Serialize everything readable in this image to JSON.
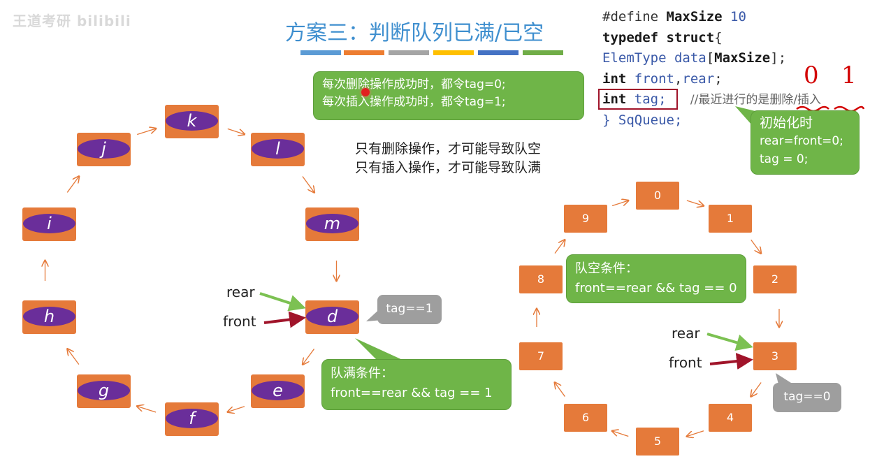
{
  "watermark": "王道考研 bilibili",
  "title": "方案三：判断队列已满/已空",
  "title_bar_colors": [
    "#5b9bd5",
    "#ed7d31",
    "#a5a5a5",
    "#ffc000",
    "#4472c4",
    "#70ad47"
  ],
  "code": {
    "line1_kw": "#define ",
    "line1_name": "MaxSize",
    "line1_val": " 10",
    "line2_kw": "typedef struct",
    "line2_brace": "{",
    "line3_type": "ElemType data",
    "line3_br1": "[",
    "line3_name": "MaxSize",
    "line3_br2": "];",
    "line4_kw": "int",
    "line4_rest": " front",
    "line4_sep": ",",
    "line4_rear": "rear",
    "line4_end": ";",
    "line5_kw": "int",
    "line5_rest": " tag;",
    "line5_comment": "//最近进行的是删除/插入",
    "line6": "} SqQueue;"
  },
  "handwriting": {
    "zero": "0",
    "one": "1"
  },
  "bubbles": {
    "ops_line1": "每次删除操作成功时，都令tag=0;",
    "ops_line2": "每次插入操作成功时，都令tag=1;",
    "init_line1": "初始化时",
    "init_line2": "rear=front=0;",
    "init_line3": "tag = 0;",
    "empty_line1": "队空条件：",
    "empty_line2": "front==rear && tag == 0",
    "full_line1": "队满条件：",
    "full_line2": "front==rear && tag == 1"
  },
  "notes": {
    "line1": "只有删除操作，才可能导致队空",
    "line2": "只有插入操作，才可能导致队满"
  },
  "left_ring": {
    "nodes": [
      "k",
      "l",
      "m",
      "d",
      "e",
      "f",
      "g",
      "h",
      "i",
      "j"
    ],
    "rear_label": "rear",
    "front_label": "front",
    "tag_badge": "tag==1"
  },
  "right_ring": {
    "nodes": [
      "0",
      "1",
      "2",
      "3",
      "4",
      "5",
      "6",
      "7",
      "8",
      "9"
    ],
    "rear_label": "rear",
    "front_label": "front",
    "tag_badge": "tag==0"
  },
  "colors": {
    "node_orange": "#e57a3a",
    "ellipse_purple": "#6a2e9a",
    "bubble_green": "#6fb548",
    "rear_arrow": "#7cc152",
    "front_arrow": "#a0142a",
    "title_blue": "#3f8fcf"
  }
}
